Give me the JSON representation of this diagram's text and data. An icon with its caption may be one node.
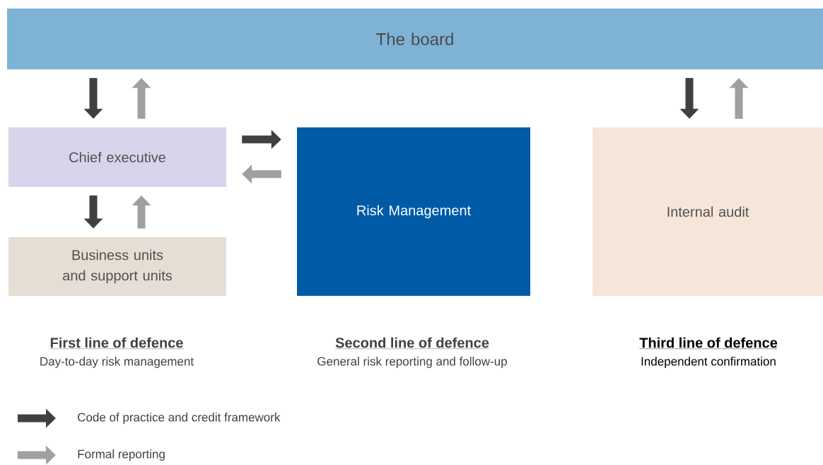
{
  "diagram": {
    "nodes": [
      {
        "text": [
          "The board"
        ]
      },
      {
        "text": [
          "Chief executive"
        ]
      },
      {
        "text": [
          "Business units and support units"
        ]
      },
      {
        "text": [
          "Risk Management"
        ]
      },
      {
        "text": [
          "Internal audit"
        ]
      }
    ],
    "edges": [
      {
        "from": 0,
        "to": 1,
        "arrow": "to"
      },
      {
        "from": 1,
        "to": 0,
        "arrow": "to",
        "color": "#a0a0a0"
      },
      {
        "from": 1,
        "to": 2,
        "arrow": "to"
      },
      {
        "from": 2,
        "to": 1,
        "arrow": "to",
        "color": "#a0a0a0"
      },
      {
        "from": 1,
        "to": 3,
        "arrow": "to"
      },
      {
        "from": 3,
        "to": 1,
        "arrow": "to",
        "color": "#a0a0a0"
      },
      {
        "from": 0,
        "to": 4,
        "arrow": "to"
      },
      {
        "from": 4,
        "to": 0,
        "arrow": "to",
        "color": "#a0a0a0"
      }
    ],
    "labels": [
      "First line of defence",
      "Day-to-day  risk management",
      "Second line of defence",
      "General risk reporting and follow-up",
      "Third line of defence",
      "Independent confirmation"
    ],
    "legend": [
      {
        "text": "Code of practice and credit framework"
      },
      {
        "text": "Formal reporting"
      }
    ]
  }
}
